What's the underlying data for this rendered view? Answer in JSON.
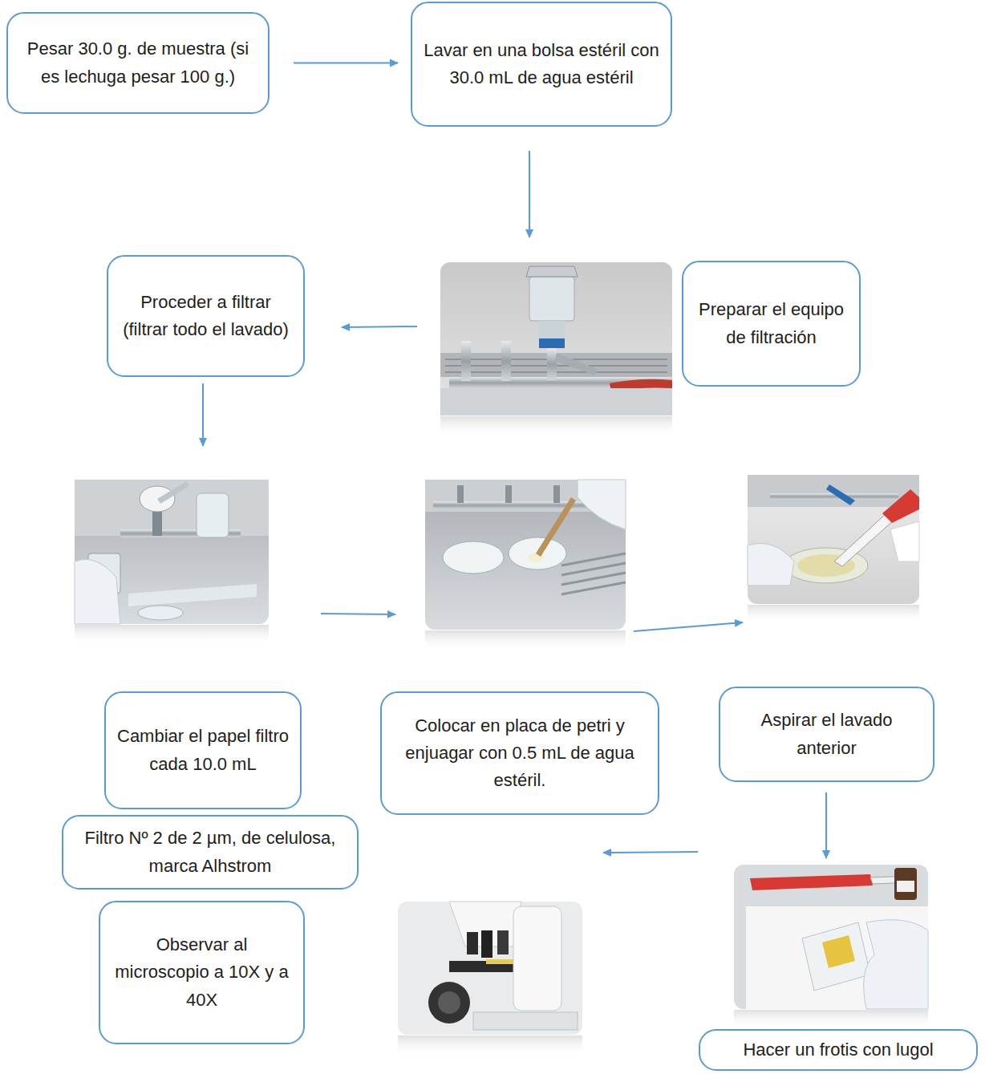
{
  "diagram": {
    "nodes": [
      {
        "text": [
          "Pesar 30.0 g. de muestra (si es lechuga pesar 100 g.)"
        ]
      },
      {
        "text": [
          "Lavar en una bolsa estéril con 30.0 mL de agua estéril"
        ]
      },
      {
        "text": [
          "Proceder a filtrar (filtrar todo el lavado)"
        ]
      },
      {
        "text": [
          "Preparar el equipo de filtración"
        ]
      },
      {
        "text": [
          "Cambiar el papel filtro cada 10.0 mL"
        ]
      },
      {
        "text": [
          "Colocar en placa de petri y enjuagar con 0.5 mL de agua estéril."
        ]
      },
      {
        "text": [
          "Aspirar el lavado anterior"
        ]
      },
      {
        "text": [
          "Filtro Nº 2 de 2 µm, de celulosa, marca Alhstrom"
        ]
      },
      {
        "text": [
          "Observar al microscopio a 10X y a 40X"
        ]
      },
      {
        "text": [
          "Hacer un frotis con lugol"
        ]
      }
    ],
    "edges": [
      {
        "from": 0,
        "to": 1,
        "arrow": "to"
      }
    ]
  }
}
